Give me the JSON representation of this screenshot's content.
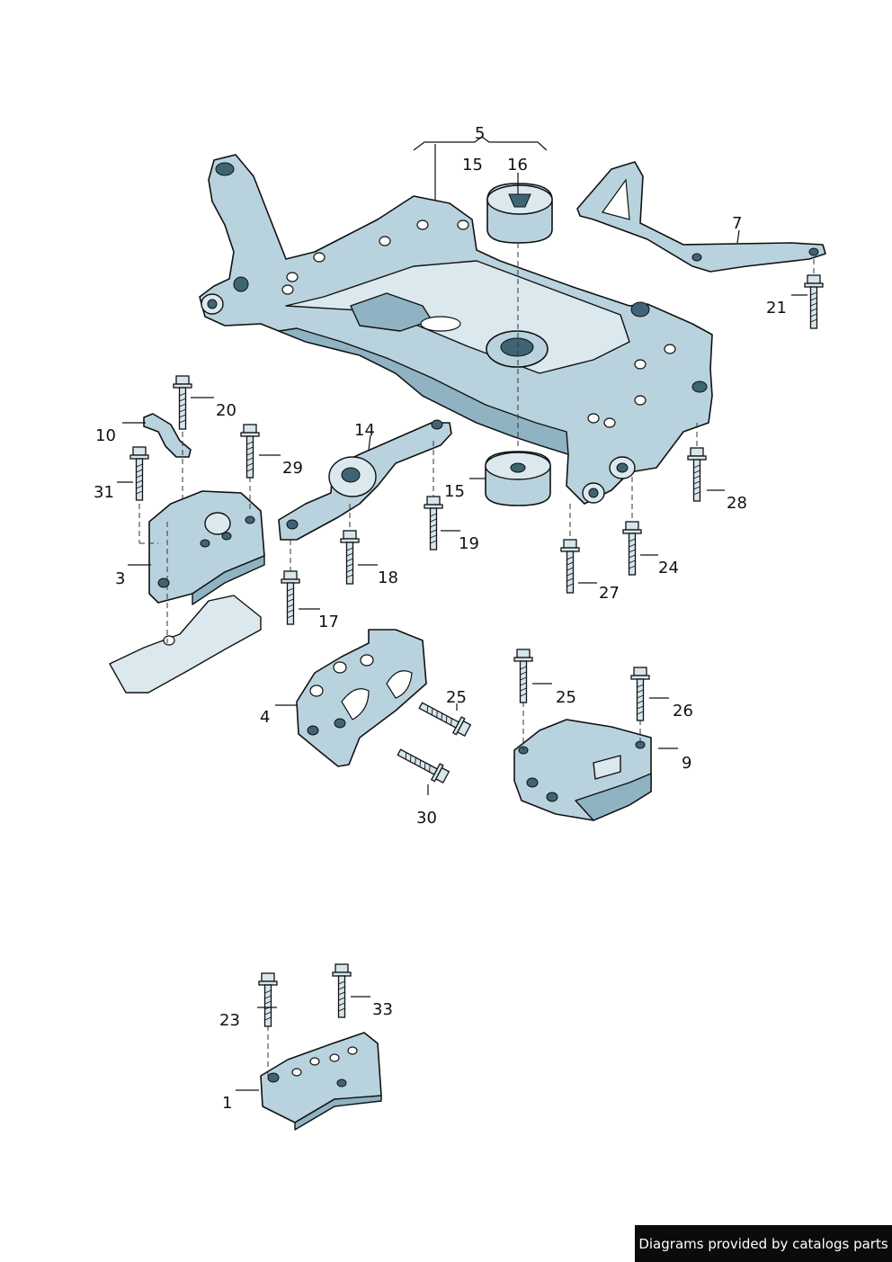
{
  "footer": {
    "text": "Diagrams provided by catalogs parts"
  },
  "callouts": {
    "c1": "1",
    "c3": "3",
    "c4": "4",
    "c5": "5",
    "c7": "7",
    "c9": "9",
    "c10": "10",
    "c14": "14",
    "c15a": "15",
    "c15b": "15",
    "c16": "16",
    "c17": "17",
    "c18": "18",
    "c19": "19",
    "c20": "20",
    "c21": "21",
    "c23": "23",
    "c24": "24",
    "c25a": "25",
    "c25b": "25",
    "c26": "26",
    "c27": "27",
    "c28": "28",
    "c29": "29",
    "c30": "30",
    "c31": "31",
    "c33": "33"
  },
  "colors": {
    "part_fill": "#b9d3de",
    "part_shadow": "#8fb3c3",
    "outline": "#111111"
  }
}
